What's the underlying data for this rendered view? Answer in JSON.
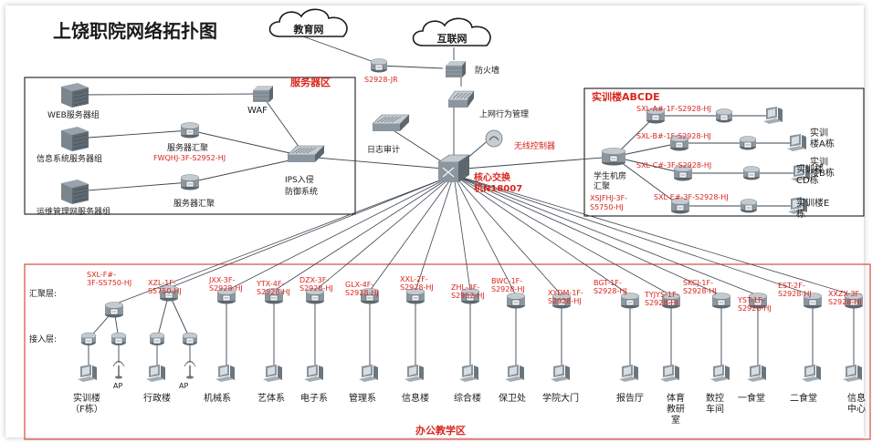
{
  "title": "上饶职院网络拓扑图",
  "clouds": {
    "edu": "教育网",
    "internet": "互联网"
  },
  "firewall": "防火墙",
  "edu_router": "S2928-JR",
  "behavior_mgmt": "上网行为管理",
  "log_audit": "日志审计",
  "wireless_ctrl": "无线控制器",
  "core_switch": "核心交换机N18007",
  "server_zone": {
    "title": "服务器区",
    "waf": "WAF",
    "ips": "IPS入侵防御系统",
    "groups": [
      "WEB服务器组",
      "信息系统服务器组",
      "运维管理网服务器组"
    ],
    "agg1_label": "服务器汇聚",
    "agg1_model": "FWQHJ-3F-S2952-HJ",
    "agg2_label": "服务器汇聚"
  },
  "training_zone": {
    "title": "实训楼ABCDE",
    "agg_label": "学生机房汇聚",
    "agg_model": "XSJFHJ-3F-S5750-HJ",
    "switches": [
      "SXL-A#-1F-S2928-HJ",
      "SXL-B#-1F-S2928-HJ",
      "SXL-C#-3F-S2928-HJ",
      "SXL-E#-3F-S2928-HJ"
    ],
    "buildings": [
      "实训楼A栋",
      "实训楼B栋",
      "实训楼CD栋",
      "实训楼E栋"
    ]
  },
  "office_zone": {
    "title": "办公教学区",
    "layer_agg": "汇聚层:",
    "layer_access": "接入层:",
    "ap_label": "AP",
    "nodes": [
      {
        "model": "SXL-F#-3F-S5750-HJ",
        "name": "实训楼（F栋）"
      },
      {
        "model": "XZL-1F-S5750-HJ",
        "name": "行政楼"
      },
      {
        "model": "JXX-3F-S2928-HJ",
        "name": "机械系"
      },
      {
        "model": "YTX-4F-S2928-HJ",
        "name": "艺体系"
      },
      {
        "model": "DZX-3F-S2928-HJ",
        "name": "电子系"
      },
      {
        "model": "GLX-4F-S2928-HJ",
        "name": "管理系"
      },
      {
        "model": "XXL-2F-S2928-HJ",
        "name": "信息楼"
      },
      {
        "model": "ZHL-3F-S2952-HJ",
        "name": "综合楼"
      },
      {
        "model": "BWC-1F-S2928-HJ",
        "name": "保卫处"
      },
      {
        "model": "XYDM-1F-S2928-HJ",
        "name": "学院大门"
      },
      {
        "model": "BGT-1F-S2928-HJ",
        "name": "报告厅"
      },
      {
        "model": "TYJYS-1F-S2928-HJ",
        "name": "体育教研室"
      },
      {
        "model": "SKCJ-1F-S2928-HJ",
        "name": "数控车间"
      },
      {
        "model": "YST-1F-S2928-HJ",
        "name": "一食堂"
      },
      {
        "model": "EST-2F-S2928-HJ",
        "name": "二食堂"
      },
      {
        "model": "XXZX-3F-S2928-HJ",
        "name": "信息中心"
      }
    ]
  },
  "colors": {
    "zone_border": "#d93a2b",
    "label_red": "#d9251c",
    "line": "#3c4550",
    "device": "#8c969f"
  }
}
